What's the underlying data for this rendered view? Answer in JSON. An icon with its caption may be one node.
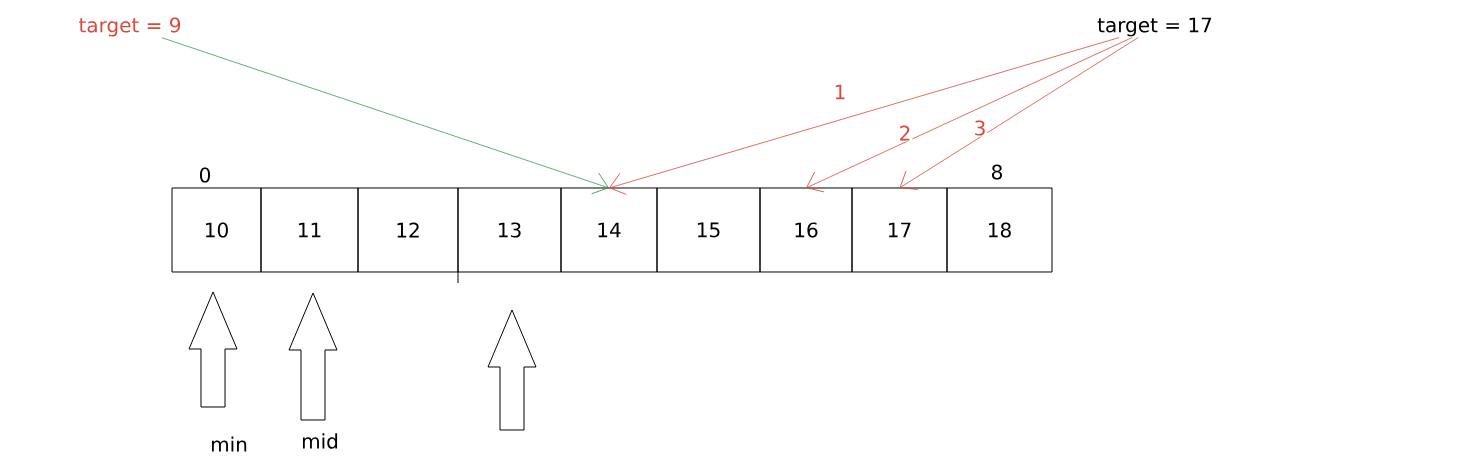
{
  "diagram": {
    "nodes": [
      {
        "text": [
          "target = 9"
        ]
      },
      {
        "text": [
          "target = 17"
        ]
      },
      {
        "text": [
          "10"
        ]
      },
      {
        "text": [
          "11"
        ]
      },
      {
        "text": [
          "12"
        ]
      },
      {
        "text": [
          "13"
        ]
      },
      {
        "text": [
          "14"
        ]
      },
      {
        "text": [
          "15"
        ]
      },
      {
        "text": [
          "16"
        ]
      },
      {
        "text": [
          "17"
        ]
      },
      {
        "text": [
          "18"
        ]
      }
    ],
    "edges": [
      {
        "from": 0,
        "to": 6,
        "arrow": "to",
        "color": "#3a9a55"
      },
      {
        "from": 1,
        "to": 6,
        "arrow": "to",
        "label": "1"
      },
      {
        "from": 1,
        "to": 8,
        "arrow": "to",
        "label": "2"
      },
      {
        "from": 1,
        "to": 9,
        "arrow": "to",
        "label": "3"
      }
    ],
    "labels": [
      "0",
      "8",
      "min",
      "mid"
    ]
  }
}
